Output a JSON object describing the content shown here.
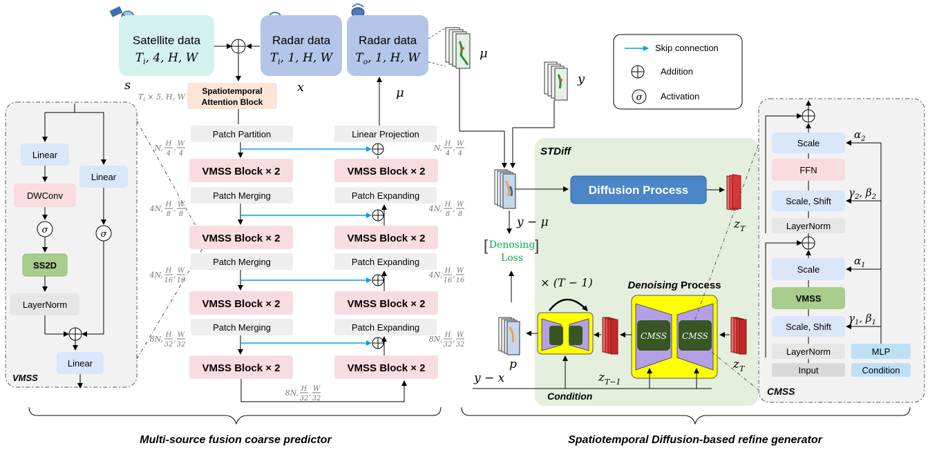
{
  "inputs": {
    "satellite_title": "Satellite data",
    "satellite_shape": "T",
    "satellite_shape_sub": "i",
    "satellite_shape_rest": ", 4, H, W",
    "radar_in_title": "Radar data",
    "radar_in_shape": "T",
    "radar_in_shape_sub": "i",
    "radar_in_shape_rest": ", 1, H, W",
    "radar_out_title": "Radar data",
    "radar_out_shape": "T",
    "radar_out_shape_sub": "o",
    "radar_out_shape_rest": ", 1, H, W",
    "s_label": "s",
    "x_label": "x",
    "mu_label": "μ"
  },
  "coarse": {
    "attention_block": [
      "Spatiotemporal",
      "Attention Block"
    ],
    "attention_dim": "T",
    "attention_dim_sub": "i",
    "attention_dim_rest": " × 5, H, W",
    "patch_partition": "Patch Partition",
    "patch_merging": "Patch Merging",
    "linear_projection": "Linear Projection",
    "patch_expanding": "Patch Expanding",
    "vmss_block": "VMSS Block × 2",
    "dims_left": [
      {
        "a": "N,",
        "num": "H",
        "den": "4",
        "num2": "W",
        "den2": "4"
      },
      {
        "a": "4N,",
        "num": "H",
        "den": "8",
        "num2": "W",
        "den2": "8"
      },
      {
        "a": "4N,",
        "num": "H",
        "den": "16",
        "num2": "W",
        "den2": "16"
      },
      {
        "a": "8N,",
        "num": "H",
        "den": "32",
        "num2": "W",
        "den2": "32"
      }
    ],
    "dims_bottom": {
      "a": "8N,",
      "num": "H",
      "den": "32",
      "num2": "W",
      "den2": "32"
    },
    "caption": "Multi-source fusion coarse predictor"
  },
  "vmss_detail": {
    "linear1": "Linear",
    "linear2": "Linear",
    "dwconv": "DWConv",
    "sigma": "σ",
    "ss2d": "SS2D",
    "layernorm": "LayerNorm",
    "linear_out": "Linear",
    "title": "VMSS"
  },
  "legend": {
    "skip": "Skip connection",
    "addition": "Addition",
    "activation": "Activation"
  },
  "stdiff": {
    "title": "STDiff",
    "diffusion_process": "Diffusion Process",
    "denoising_word": "Denoising",
    "process_word": " Process",
    "cmss": "CMSS",
    "condition": "Condition",
    "y_label": "y",
    "mu_label": "μ",
    "y_minus_mu": "y − μ",
    "y_minus_x": "y − x",
    "zT": "z",
    "zT_sub": "T",
    "zT1_sub": "T−1",
    "p_label": "p",
    "loss_line1": "Denosing",
    "loss_line2": "Loss",
    "repeat": "× (T − 1)",
    "caption": "Spatiotemporal Diffusion-based refine generator"
  },
  "cmss_detail": {
    "scale_top": "Scale",
    "ffn": "FFN",
    "scale_shift_top": "Scale, Shift",
    "layernorm_top": "LayerNorm",
    "scale_mid": "Scale",
    "vmss": "VMSS",
    "scale_shift_bot": "Scale, Shift",
    "layernorm_bot": "LayerNorm",
    "input": "Input",
    "mlp": "MLP",
    "condition": "Condition",
    "alpha2": "α",
    "alpha2_sub": "2",
    "gamma2beta2": "γ",
    "g2_sub": "2",
    "b2": ", β",
    "b2_sub": "2",
    "alpha1": "α",
    "alpha1_sub": "1",
    "gamma1beta1": "γ",
    "g1_sub": "1",
    "b1": ", β",
    "b1_sub": "1",
    "title": "CMSS"
  },
  "colors": {
    "pink_block": "#f8dce0",
    "blue_block": "#dae6f9",
    "gray_block": "#e6e6e6",
    "green_block": "#a9cd8c",
    "satellite_bg": "#d3f2ee",
    "radar_bg": "#b4c6e7",
    "attention_bg": "#fce4d6",
    "diffusion_bg": "#4a86c8",
    "stdiff_bg": "#e4efdd",
    "yellow": "#ffff00",
    "purple": "#b4a0e6",
    "dark_green": "#375623",
    "skip_blue": "#00a0e6",
    "loss_green": "#00b050"
  }
}
